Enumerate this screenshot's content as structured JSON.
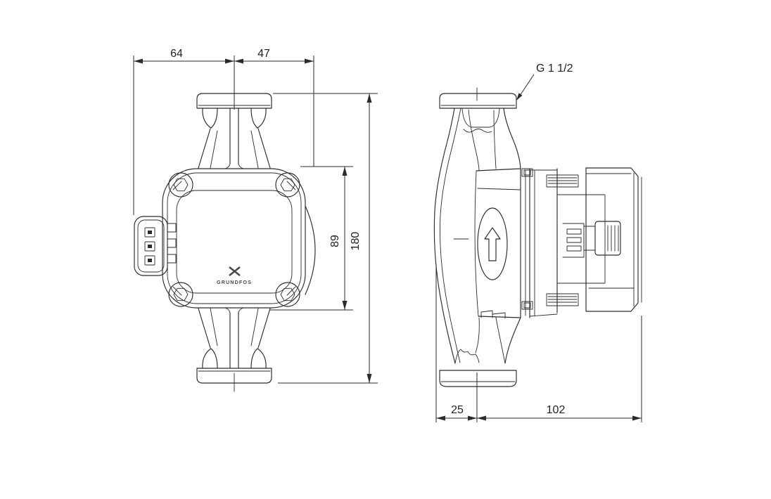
{
  "drawing": {
    "description": "Dimensional line drawing of a circulator pump, front view and side view",
    "line_color": "#2b2b2b",
    "text_color": "#1f1f1f",
    "background_color": "#ffffff"
  },
  "front_view": {
    "logo_text": "GRUNDFOS",
    "dims": {
      "width_left": "64",
      "width_right": "47",
      "housing_height": "89",
      "overall_height": "180"
    }
  },
  "side_view": {
    "connection_label": "G 1 1/2",
    "dims": {
      "depth_front": "25",
      "depth_back": "102"
    }
  }
}
